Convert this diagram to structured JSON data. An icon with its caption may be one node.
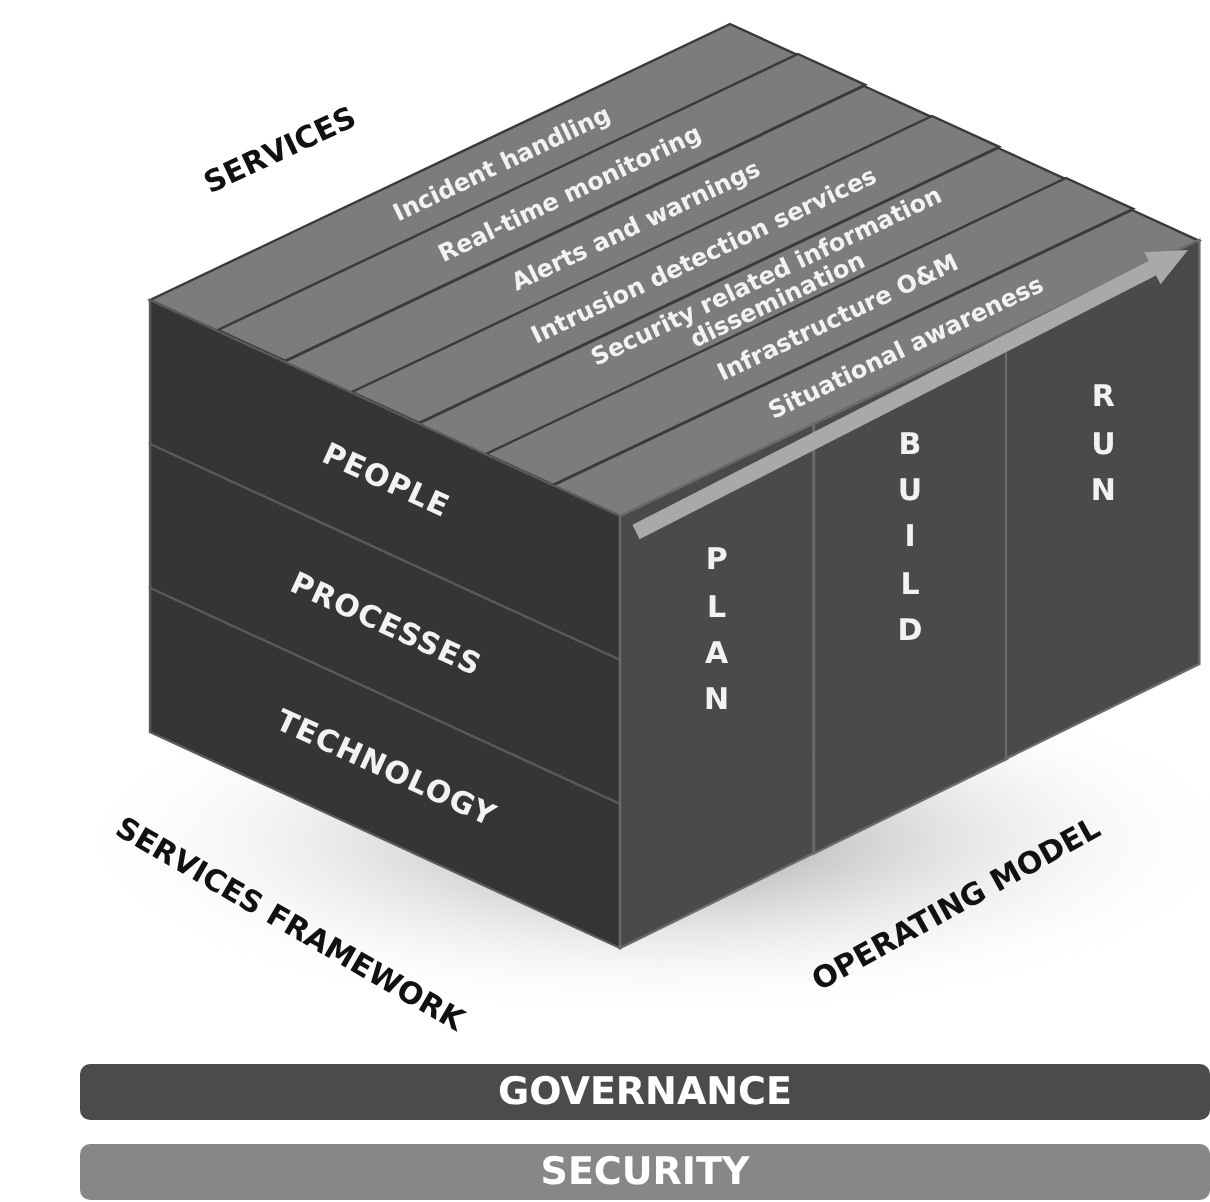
{
  "diagram": {
    "nodes": [
      {
        "text": [
          "Incident handling"
        ]
      },
      {
        "text": [
          "Real-time monitoring"
        ]
      },
      {
        "text": [
          "Alerts and warnings"
        ]
      },
      {
        "text": [
          "Intrusion detection services"
        ]
      },
      {
        "text": [
          "Security related information dissemination"
        ]
      },
      {
        "text": [
          "Infrastructure O&M"
        ]
      },
      {
        "text": [
          "Situational awareness"
        ]
      },
      {
        "text": [
          "PEOPLE"
        ]
      },
      {
        "text": [
          "PROCESSES"
        ]
      },
      {
        "text": [
          "TECHNOLOGY"
        ]
      },
      {
        "text": [
          "PLAN"
        ]
      },
      {
        "text": [
          "BUILD"
        ]
      },
      {
        "text": [
          "RUN"
        ]
      },
      {
        "text": [
          "GOVERNANCE"
        ]
      },
      {
        "text": [
          "SECURITY"
        ]
      }
    ],
    "edges": [
      {
        "from": 10,
        "to": 12,
        "arrow": "to"
      }
    ],
    "labels": [
      "SERVICES",
      "SERVICES FRAMEWORK",
      "OPERATING MODEL"
    ]
  }
}
